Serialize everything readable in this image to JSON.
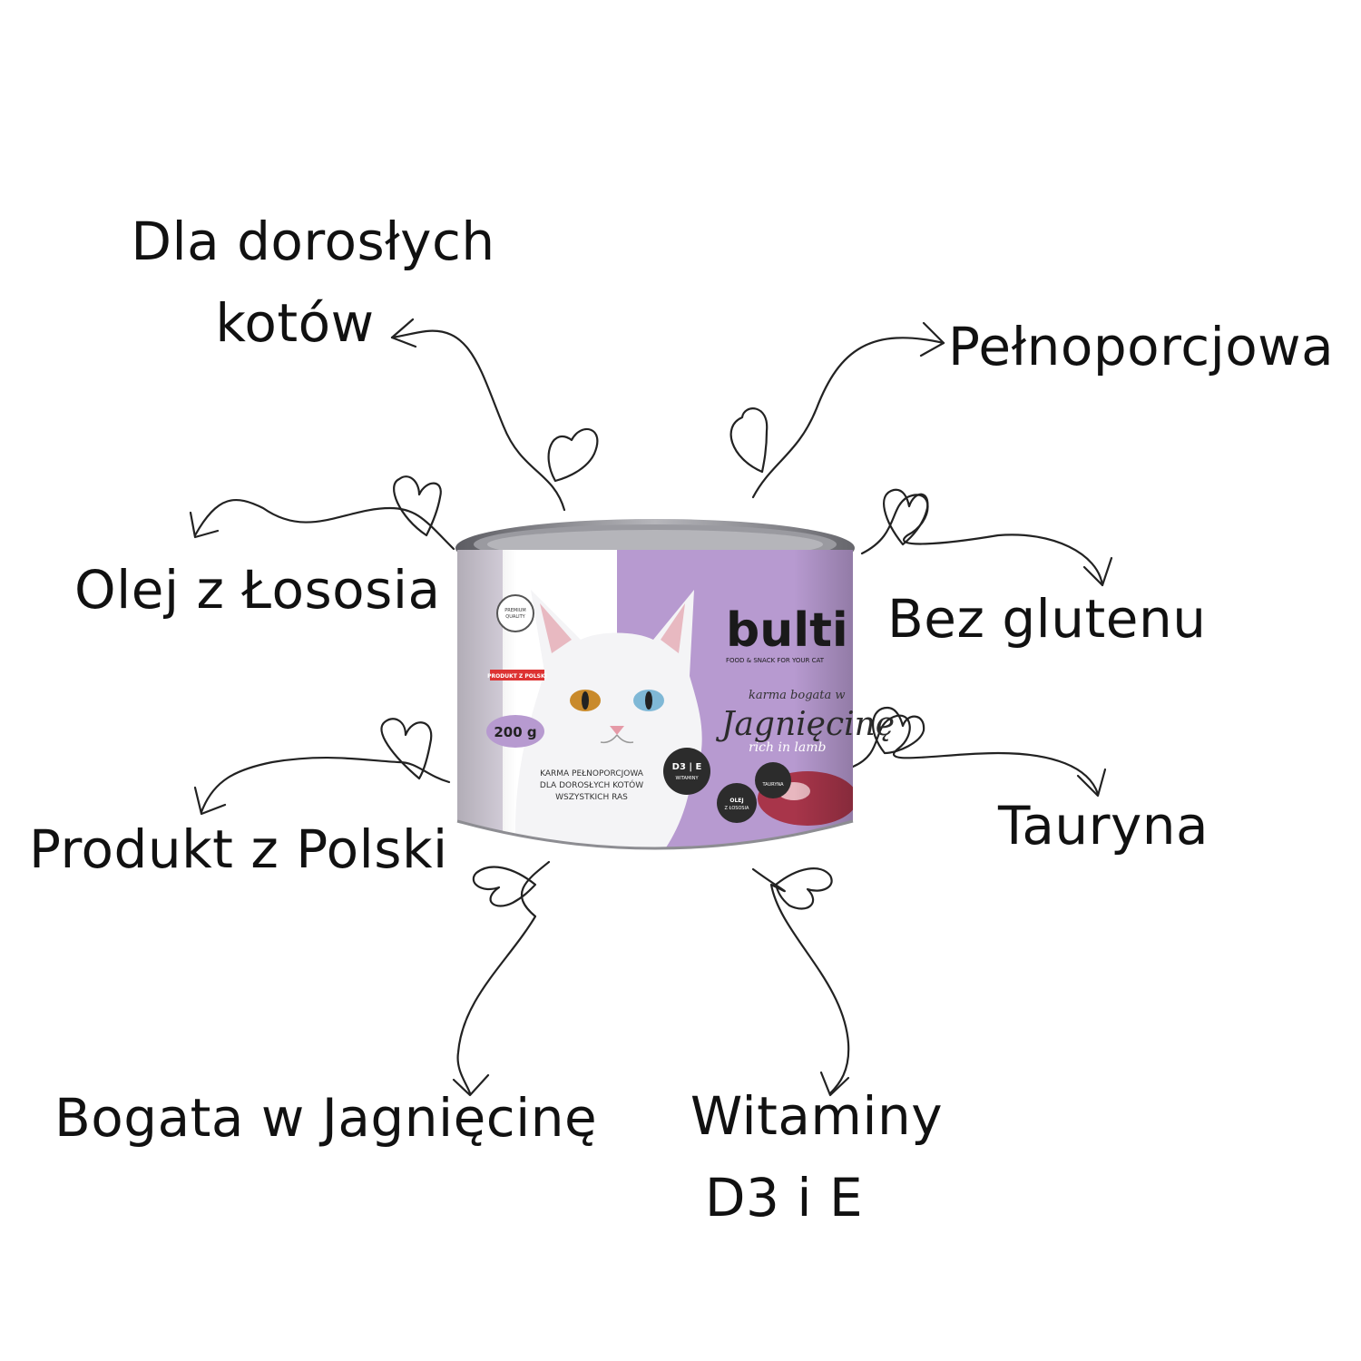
{
  "features": {
    "adult_cats_line1": "Dla dorosłych",
    "adult_cats_line2": "kotów",
    "complete_food": "Pełnoporcjowa",
    "salmon_oil": "Olej z Łososia",
    "gluten_free": "Bez glutenu",
    "made_in_poland": "Produkt z Polski",
    "taurine": "Tauryna",
    "rich_in_lamb": "Bogata w Jagnięcinę",
    "vitamins_line1": "Witaminy",
    "vitamins_line2": "D3 i E"
  },
  "can": {
    "brand": "bulti",
    "brand_tagline": "FOOD & SNACK FOR YOUR CAT",
    "subtitle": "karma bogata w",
    "flavor": "Jagnięcinę",
    "flavor_en": "rich in lamb",
    "weight": "200 g",
    "badge_premium_line1": "PREMIUM",
    "badge_premium_line2": "QUALITY",
    "badge_poland": "PRODUKT Z POLSKI",
    "desc_line1": "KARMA PEŁNOPORCJOWA",
    "desc_line2": "DLA DOROSŁYCH KOTÓW",
    "desc_line3": "WSZYSTKICH RAS",
    "icon_vitamins_line1": "D3 | E",
    "icon_vitamins_line2": "WITAMINY",
    "icon_oil_line1": "OLEJ",
    "icon_oil_line2": "Z ŁOSOSIA",
    "icon_taurine": "TAURYNA"
  },
  "colors": {
    "lavender": "#b79ad0",
    "lid": "#8d8d92",
    "text": "#111111"
  }
}
